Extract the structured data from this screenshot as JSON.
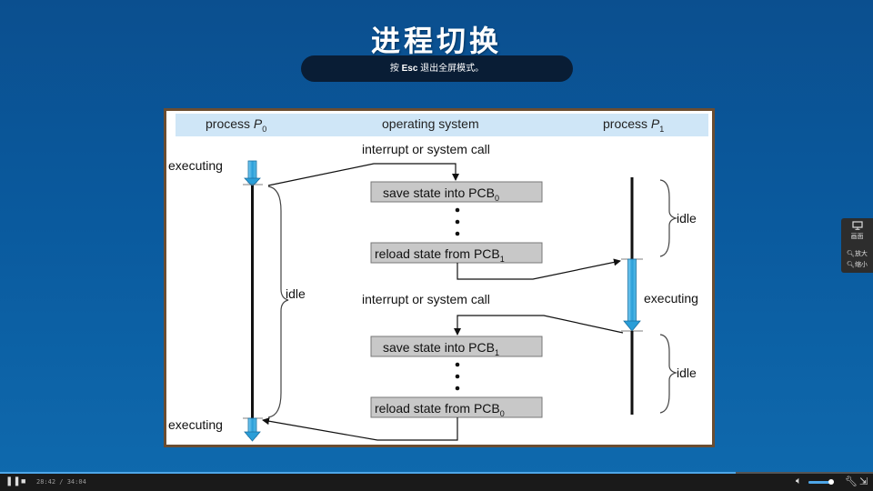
{
  "slide": {
    "title": "进程切换"
  },
  "toast": {
    "prefix": "按",
    "key": "Esc",
    "suffix": "退出全屏模式。"
  },
  "figure": {
    "headers": {
      "p0": "process",
      "p0_sub": "0",
      "os": "operating system",
      "p1": "process",
      "p1_sub": "1",
      "p_italic": "P"
    },
    "labels": {
      "interrupt_top": "interrupt or system call",
      "interrupt_mid": "interrupt or system call",
      "executing_left_top": "executing",
      "executing_left_bottom": "executing",
      "executing_right": "executing",
      "idle_left": "idle",
      "idle_right_top": "idle",
      "idle_right_bottom": "idle"
    },
    "boxes": [
      {
        "text": "save state into PCB",
        "sub": "0"
      },
      {
        "text": "reload state from PCB",
        "sub": "1"
      },
      {
        "text": "save state into PCB",
        "sub": "1"
      },
      {
        "text": "reload state from PCB",
        "sub": "0"
      }
    ]
  },
  "side_toolbar": {
    "screen": "画面",
    "zoom_in": "放大",
    "zoom_out": "缩小"
  },
  "player": {
    "time": "28:42 / 34:04",
    "progress": 0.843,
    "volume": 0.9
  }
}
